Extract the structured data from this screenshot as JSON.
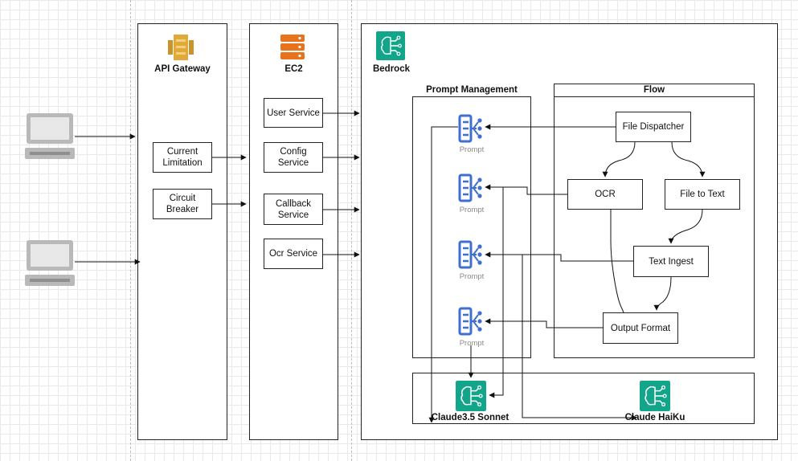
{
  "api_gateway": {
    "title": "API Gateway",
    "current_limitation": "Current\nLimitation",
    "circuit_breaker": "Circuit\nBreaker"
  },
  "ec2": {
    "title": "EC2",
    "user_service": "User Service",
    "config_service": "Config Service",
    "callback_service": "Callback\nService",
    "ocr_service": "Ocr Service"
  },
  "bedrock": {
    "title": "Bedrock"
  },
  "prompt_management": {
    "title": "Prompt Management",
    "prompt_label": "Prompt"
  },
  "flow": {
    "title": "Flow",
    "file_dispatcher": "File Dispatcher",
    "ocr": "OCR",
    "file_to_text": "File to Text",
    "text_ingest": "Text Ingest",
    "output_format": "Output Format"
  },
  "models": {
    "sonnet": "Claude3.5 Sonnet",
    "haiku": "Claude HaiKu"
  },
  "colors": {
    "api_gateway": "#c9952b",
    "ec2": "#e8731d",
    "bedrock": "#13a58a",
    "prompt": "#3f6fd1"
  }
}
